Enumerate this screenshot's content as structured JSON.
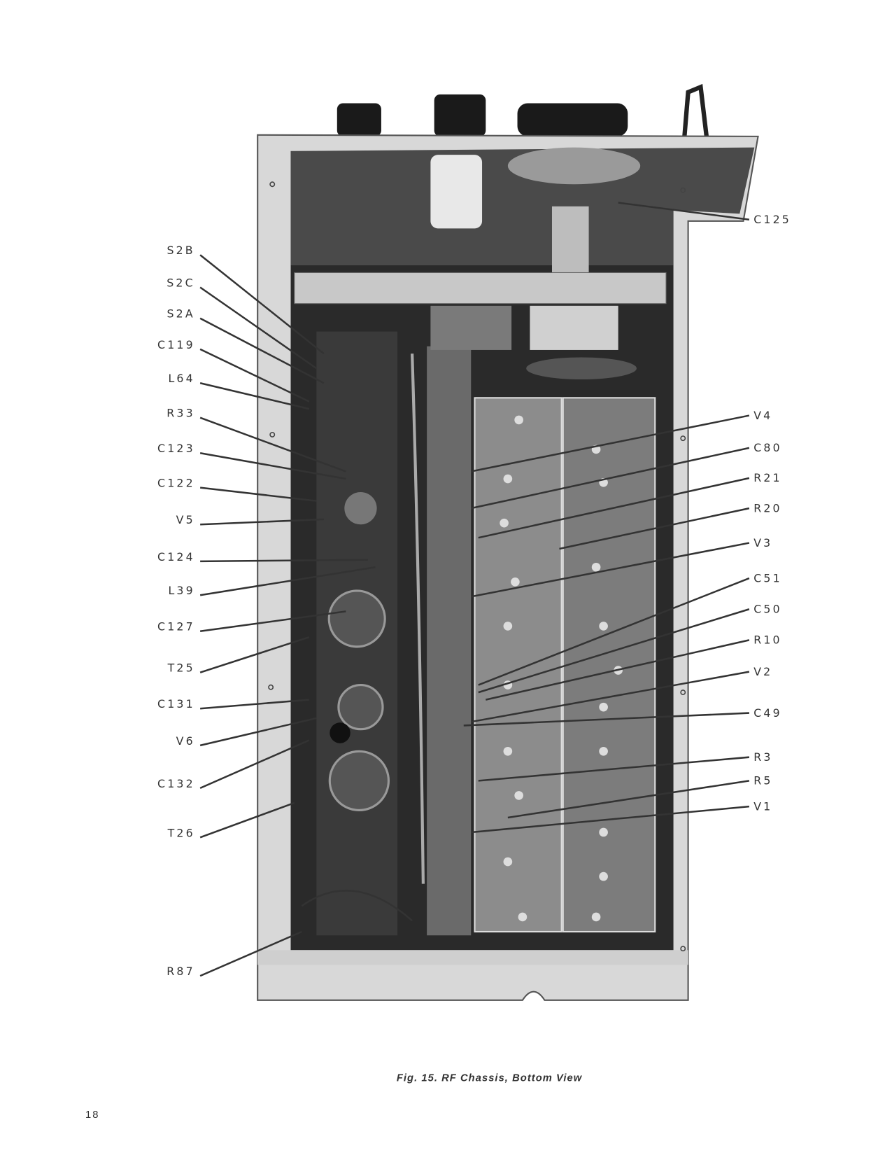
{
  "figure": {
    "caption": "Fig. 15. RF Chassis, Bottom View",
    "left_labels": [
      "S2B",
      "S2C",
      "S2A",
      "C119",
      "L64",
      "R33",
      "C123",
      "C122",
      "V5",
      "C124",
      "L39",
      "C127",
      "T25",
      "C131",
      "V6",
      "C132",
      "T26",
      "R87"
    ],
    "right_labels": [
      "C125",
      "V4",
      "C80",
      "R21",
      "R20",
      "V3",
      "C51",
      "C50",
      "R10",
      "V2",
      "C49",
      "R3",
      "R5",
      "V1"
    ]
  },
  "page_number": "18"
}
